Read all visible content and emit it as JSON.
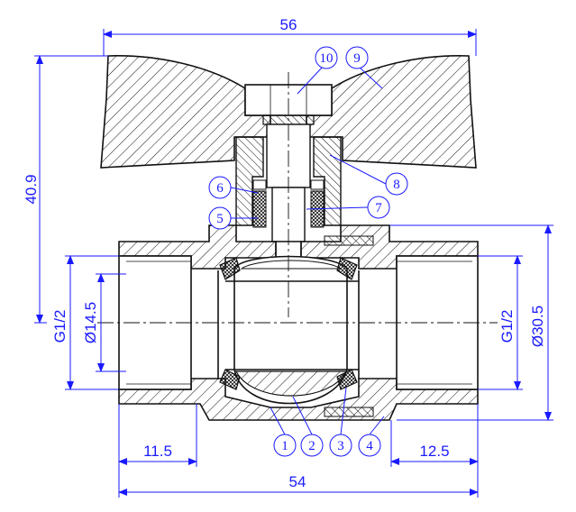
{
  "dimensions": {
    "overall_handle_width": "56",
    "height": "40.9",
    "thread_left": "G1/2",
    "bore": "Ø14.5",
    "thread_right": "G1/2",
    "outer_diameter": "Ø30.5",
    "left_thread_length": "11.5",
    "right_thread_length": "12.5",
    "overall_length": "54"
  },
  "balloons": [
    "1",
    "2",
    "3",
    "4",
    "5",
    "6",
    "7",
    "8",
    "9",
    "10"
  ],
  "colors": {
    "dimension": "#1a1aff",
    "outline": "#111111"
  }
}
